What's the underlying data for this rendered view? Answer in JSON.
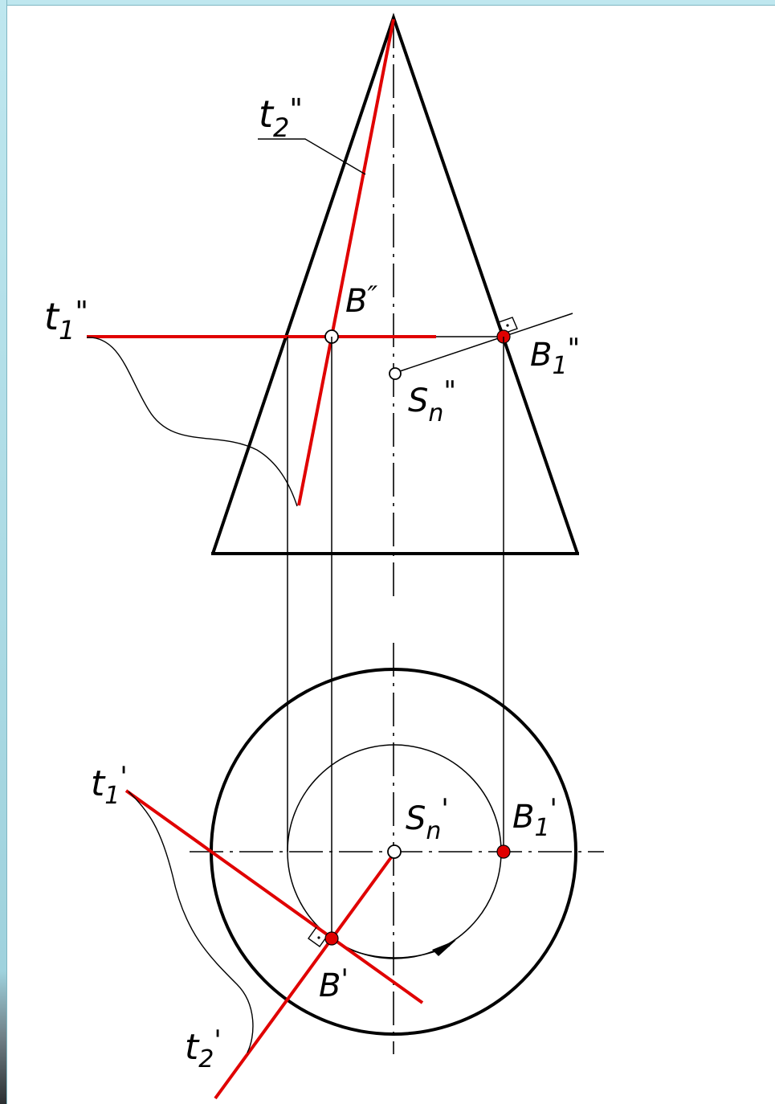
{
  "colors": {
    "construction": "#000000",
    "highlight": "#e00000",
    "frame": "#bfe7ef",
    "background": "#ffffff"
  },
  "labels": {
    "t2_front": {
      "base": "t",
      "sub": "2",
      "mark": "\""
    },
    "t1_front": {
      "base": "t",
      "sub": "1",
      "mark": "\""
    },
    "B_front": {
      "base": "B",
      "sub": "",
      "mark": "″"
    },
    "B1_front": {
      "base": "B",
      "sub": "1",
      "mark": "\""
    },
    "Sn_front": {
      "base": "S",
      "sub": "n",
      "mark": "\""
    },
    "t1_top": {
      "base": "t",
      "sub": "1",
      "mark": "'"
    },
    "Sn_top": {
      "base": "S",
      "sub": "n",
      "mark": "'"
    },
    "B1_top": {
      "base": "B",
      "sub": "1",
      "mark": "'"
    },
    "B_top": {
      "base": "B",
      "sub": "",
      "mark": "'"
    },
    "t2_top": {
      "base": "t",
      "sub": "2",
      "mark": "'"
    }
  }
}
